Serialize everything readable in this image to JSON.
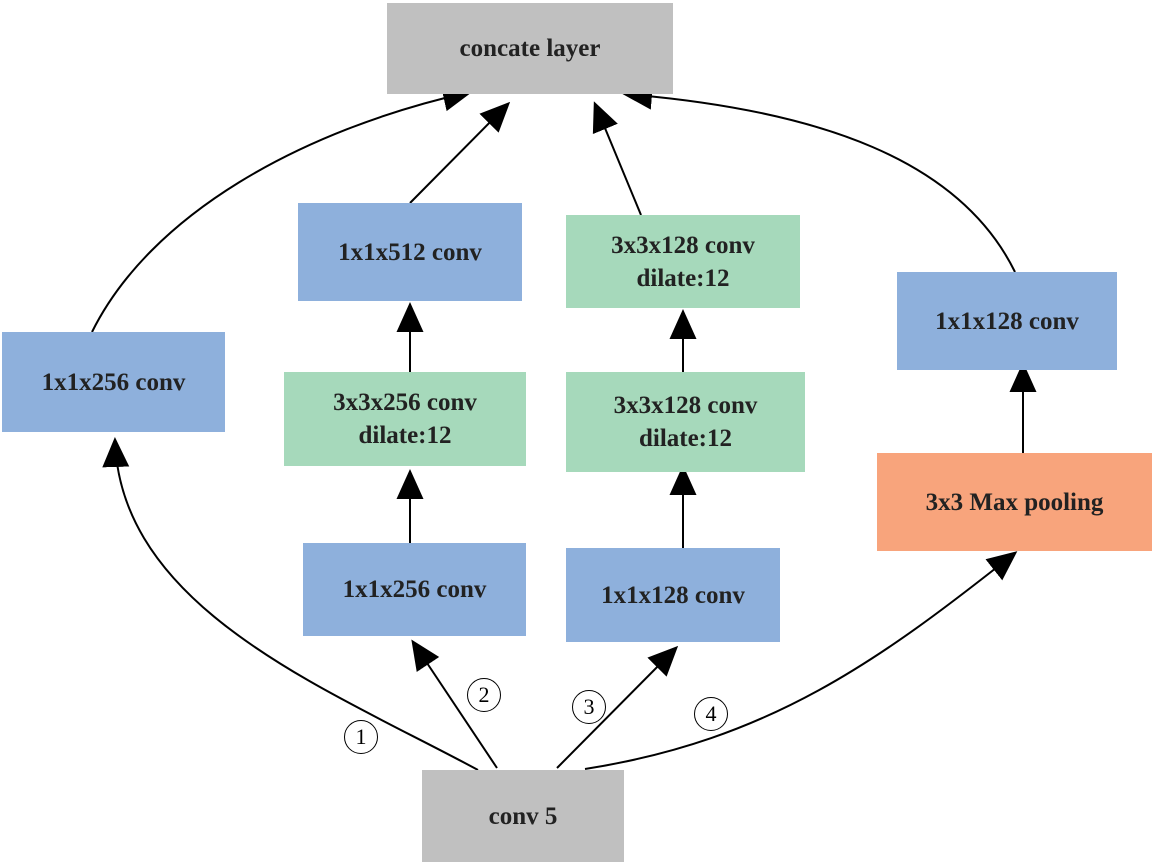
{
  "colors": {
    "gray": "#c0c0c0",
    "blue": "#8eb0dc",
    "green": "#a6d9bb",
    "orange": "#f8a47c",
    "edge": "#000000"
  },
  "nodes": {
    "concat": {
      "lines": [
        "concate layer"
      ]
    },
    "conv5": {
      "lines": [
        "conv 5"
      ]
    },
    "b1_conv": {
      "lines": [
        "1x1x256 conv"
      ]
    },
    "b2_conv1": {
      "lines": [
        "1x1x256 conv"
      ]
    },
    "b2_dil": {
      "lines": [
        "3x3x256 conv",
        "dilate:12"
      ]
    },
    "b2_conv2": {
      "lines": [
        "1x1x512 conv"
      ]
    },
    "b3_conv1": {
      "lines": [
        "1x1x128 conv"
      ]
    },
    "b3_dil1": {
      "lines": [
        "3x3x128 conv",
        "dilate:12"
      ]
    },
    "b3_dil2": {
      "lines": [
        "3x3x128 conv",
        "dilate:12"
      ]
    },
    "b4_pool": {
      "lines": [
        "3x3 Max pooling"
      ]
    },
    "b4_conv": {
      "lines": [
        "1x1x128 conv"
      ]
    }
  },
  "branch_labels": [
    "1",
    "2",
    "3",
    "4"
  ]
}
